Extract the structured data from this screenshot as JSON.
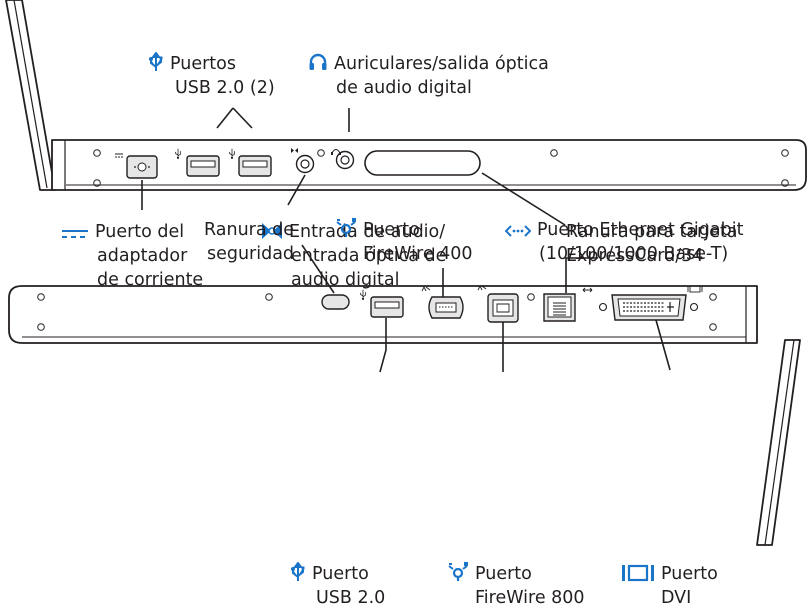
{
  "colors": {
    "accent": "#1a75c9",
    "outline": "#231f20",
    "port_fill": "#e6e6e6",
    "body_fill": "#ffffff"
  },
  "top_view": {
    "labels": {
      "usb_ports": {
        "icon": "usb-icon",
        "lines": [
          "Puertos",
          "USB 2.0 (2)"
        ]
      },
      "headphones": {
        "icon": "headphones-icon",
        "lines": [
          "Auriculares/salida óptica",
          "de audio digital"
        ]
      },
      "power_adapter": {
        "icon": "dc-power-icon",
        "lines": [
          "Puerto del",
          "adaptador",
          "de corriente"
        ]
      },
      "audio_in": {
        "icon": "audio-in-icon",
        "lines": [
          "Entrada de audio/",
          "entrada óptica de",
          "audio digital"
        ]
      },
      "expresscard": {
        "lines": [
          "Ranura para tarjeta",
          "ExpressCard/34"
        ]
      }
    }
  },
  "bottom_view": {
    "labels": {
      "security_slot": {
        "lines": [
          "Ranura de",
          "seguridad"
        ]
      },
      "firewire400": {
        "icon": "firewire-icon",
        "lines": [
          "Puerto",
          "FireWire 400"
        ]
      },
      "ethernet": {
        "icon": "ethernet-icon",
        "lines": [
          "Puerto Ethernet Gigabit",
          "(10/100/1000 Base-T)"
        ]
      },
      "usb_port": {
        "icon": "usb-icon",
        "lines": [
          "Puerto",
          "USB 2.0"
        ]
      },
      "firewire800": {
        "icon": "firewire-icon",
        "lines": [
          "Puerto",
          "FireWire 800"
        ]
      },
      "dvi": {
        "icon": "dvi-icon",
        "lines": [
          "Puerto",
          "DVI"
        ]
      }
    }
  }
}
